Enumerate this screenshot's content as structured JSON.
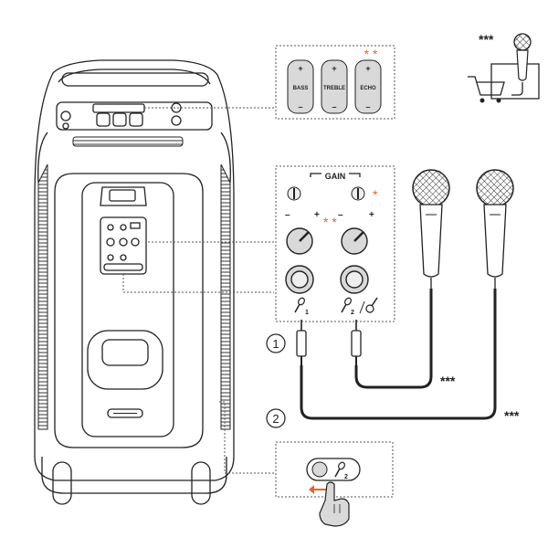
{
  "colors": {
    "ink": "#222222",
    "accent": "#e8622c",
    "panel": "#d9d9d9",
    "fill": "#eeeeee"
  },
  "eq_panel": {
    "knobs": [
      {
        "plus": "+",
        "label": "BASS",
        "minus": "–"
      },
      {
        "plus": "+",
        "label": "TREBLE",
        "minus": "–"
      },
      {
        "plus": "+",
        "label": "ECHO",
        "minus": "–"
      }
    ],
    "echo_marks": "* *"
  },
  "mic_panel": {
    "gain_label": "GAIN",
    "gain_mark": "*",
    "volume_mark": "* *",
    "minus": "–",
    "plus": "+",
    "input1_sub": "1",
    "input2_sub": "2"
  },
  "steps": [
    "1",
    "2"
  ],
  "cable_marks": [
    "***",
    "***"
  ],
  "top_right_marks": "***",
  "bottom_panel": {
    "mic_sub": "2"
  }
}
